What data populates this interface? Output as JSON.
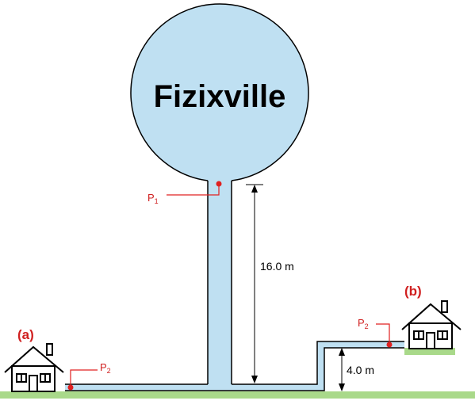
{
  "tower": {
    "name": "Fizixville"
  },
  "points": {
    "p1": {
      "symbol": "P",
      "subscript": "1"
    },
    "p2a": {
      "symbol": "P",
      "subscript": "2"
    },
    "p2b": {
      "symbol": "P",
      "subscript": "2"
    }
  },
  "houses": {
    "a": {
      "label": "(a)"
    },
    "b": {
      "label": "(b)"
    }
  },
  "dimensions": {
    "tower_height": "16.0 m",
    "house_b_elevation": "4.0 m"
  },
  "colors": {
    "water": "#bfe0f2",
    "outline": "#000000",
    "marker": "#e02020",
    "label_red": "#d02020",
    "ground": "#a9d98a"
  },
  "icons": [
    "house-icon",
    "dimension-arrow-icon",
    "pressure-point-marker-icon"
  ]
}
